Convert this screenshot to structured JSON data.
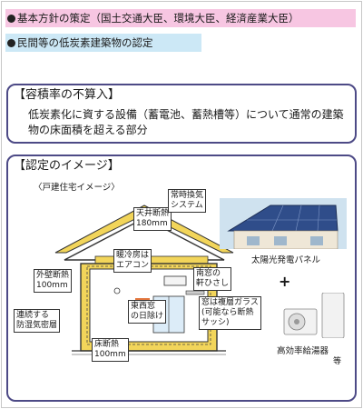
{
  "header": {
    "line1": "基本方針の策定（国土交通大臣、環境大臣、経済産業大臣）",
    "line2": "民間等の低炭素建築物の認定"
  },
  "section1": {
    "title": "【容積率の不算入】",
    "body": "低炭素化に資する設備（蓄電池、蓄熱槽等）について通常の建築物の床面積を超える部分"
  },
  "section2": {
    "title": "【認定のイメージ】",
    "sub_label": "〈戸建住宅イメージ〉",
    "labels": {
      "ceiling": [
        "天井断熱",
        "180mm"
      ],
      "ventilation": [
        "常時換気",
        "システム"
      ],
      "aircon": [
        "暖冷房は",
        "エアコン"
      ],
      "south_eaves": [
        "南窓の",
        "軒ひさし"
      ],
      "exterior_wall": [
        "外壁断熱",
        "100mm"
      ],
      "vapor_barrier": [
        "連続する",
        "防湿気密層"
      ],
      "east_west_shade": [
        "東西窓",
        "の日除け"
      ],
      "window_glass": [
        "窓は複層ガラス",
        "(可能なら断熱",
        "サッシ)"
      ],
      "floor": [
        "床断熱",
        "100mm"
      ]
    },
    "solar_caption": "太陽光発電パネル",
    "plus": "+",
    "heater_caption": "高効率給湯器",
    "etc": "等"
  },
  "colors": {
    "pink_highlight": "#f7c6e2",
    "blue_highlight": "#cce8f6",
    "box_border": "#4d4a86",
    "insulation_yellow": "#f2d55a"
  }
}
